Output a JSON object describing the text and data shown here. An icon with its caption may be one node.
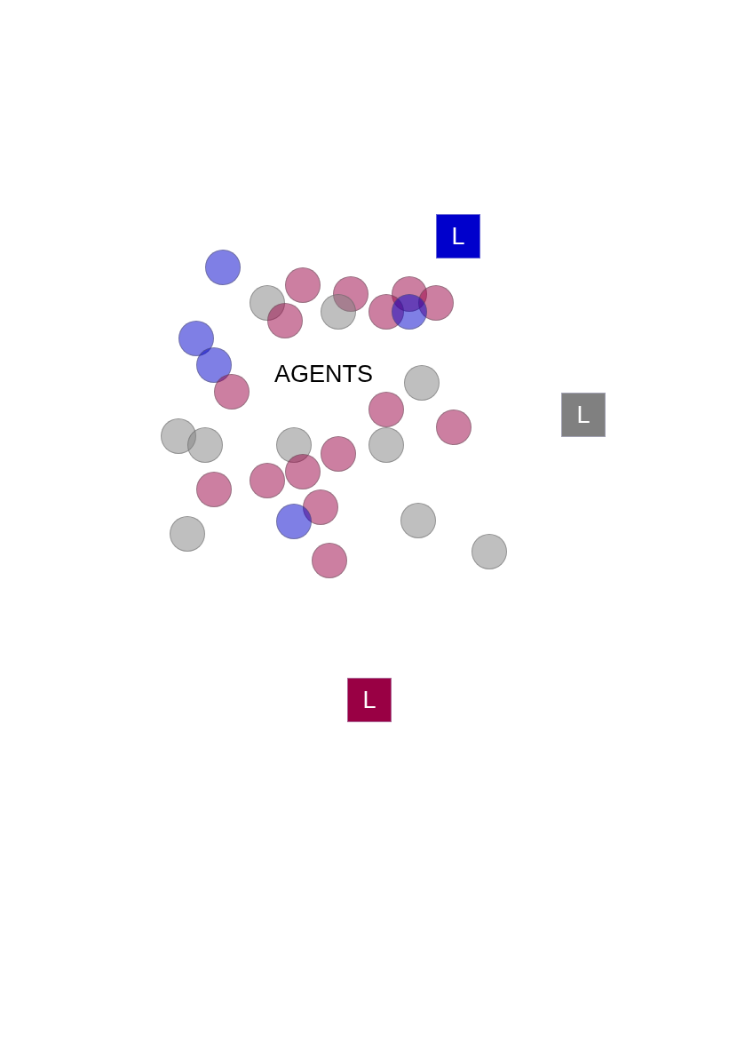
{
  "diagram": {
    "nodes": [
      {
        "text": [
          "L"
        ]
      },
      {
        "text": [],
        "shape": "circle"
      },
      {
        "text": [],
        "shape": "circle"
      },
      {
        "text": [],
        "shape": "circle"
      },
      {
        "text": [],
        "shape": "circle"
      },
      {
        "text": [],
        "shape": "circle"
      },
      {
        "text": [],
        "shape": "circle"
      },
      {
        "text": [],
        "shape": "circle"
      },
      {
        "text": [],
        "shape": "circle"
      },
      {
        "text": [],
        "shape": "circle"
      },
      {
        "text": [],
        "shape": "circle"
      },
      {
        "text": [],
        "shape": "circle"
      },
      {
        "text": [],
        "shape": "circle"
      },
      {
        "text": [],
        "shape": "circle"
      },
      {
        "text": [],
        "shape": "circle"
      },
      {
        "text": [],
        "shape": "circle"
      },
      {
        "text": [
          "L"
        ]
      },
      {
        "text": [],
        "shape": "circle"
      },
      {
        "text": [],
        "shape": "circle"
      },
      {
        "text": [],
        "shape": "circle"
      },
      {
        "text": [],
        "shape": "circle"
      },
      {
        "text": [],
        "shape": "circle"
      },
      {
        "text": [],
        "shape": "circle"
      },
      {
        "text": [],
        "shape": "circle"
      },
      {
        "text": [],
        "shape": "circle"
      },
      {
        "text": [],
        "shape": "circle"
      },
      {
        "text": [],
        "shape": "circle"
      },
      {
        "text": [],
        "shape": "circle"
      },
      {
        "text": [],
        "shape": "circle"
      },
      {
        "text": [],
        "shape": "circle"
      },
      {
        "text": [],
        "shape": "circle"
      },
      {
        "text": [],
        "shape": "circle"
      },
      {
        "text": [
          "L"
        ]
      }
    ],
    "labels": [
      "AGENTS"
    ]
  }
}
